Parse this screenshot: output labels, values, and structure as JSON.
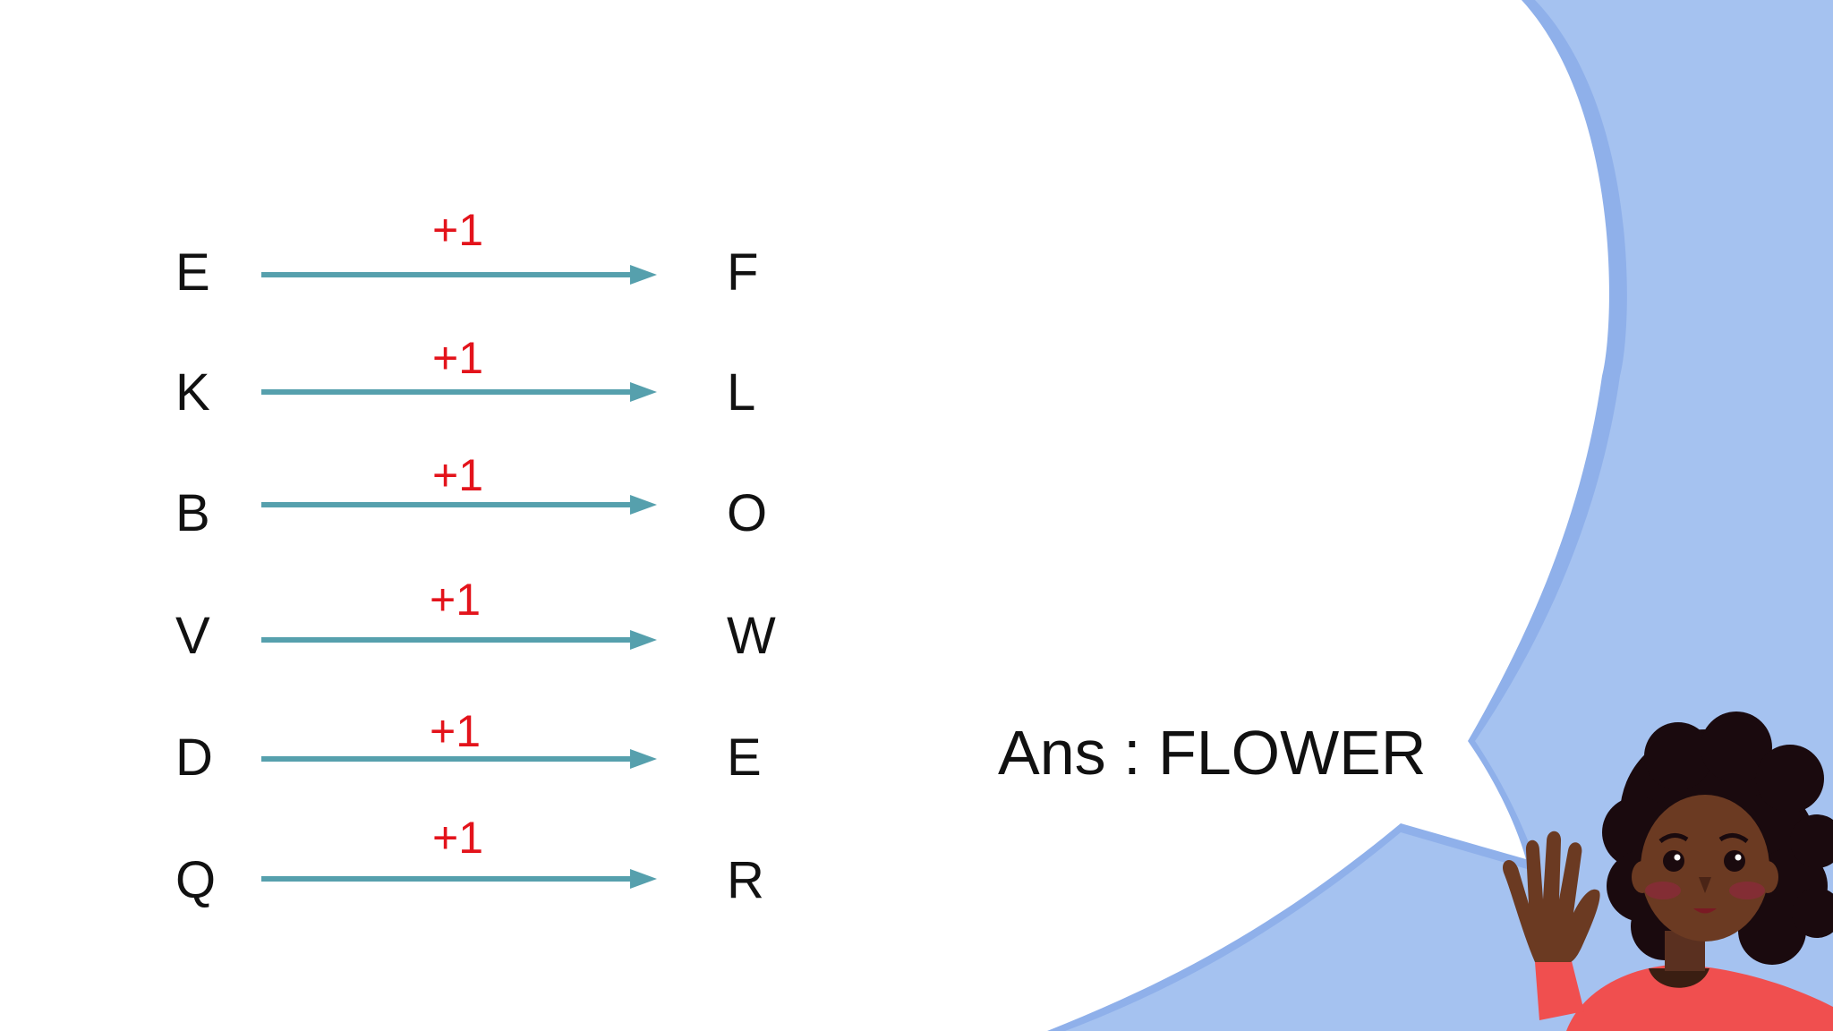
{
  "rows": [
    {
      "from": "E",
      "shift": "+1",
      "to": "F"
    },
    {
      "from": "K",
      "shift": "+1",
      "to": "L"
    },
    {
      "from": "B",
      "shift": "+1",
      "to": "O"
    },
    {
      "from": "V",
      "shift": "+1",
      "to": "W"
    },
    {
      "from": "D",
      "shift": "+1",
      "to": "E"
    },
    {
      "from": "Q",
      "shift": "+1",
      "to": "R"
    }
  ],
  "answer": "Ans : FLOWER",
  "colors": {
    "arrow": "#56a0ad",
    "shift_text": "#e3131b",
    "speech_bubble_bg": "#a5c2f0",
    "speech_bubble_edge": "#8fb0ea"
  },
  "icons": {
    "character": "waving-girl-illustration"
  }
}
